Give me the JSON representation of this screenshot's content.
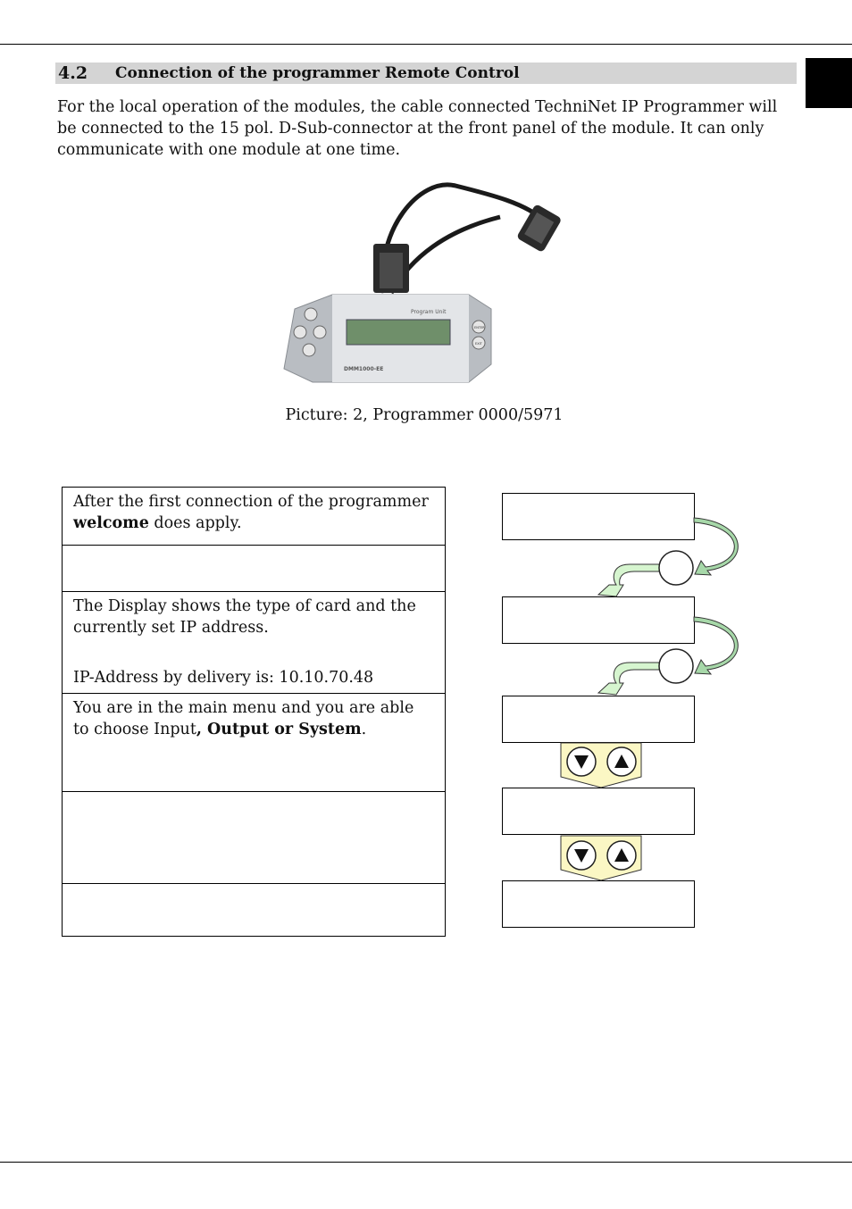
{
  "section": {
    "number": "4.2",
    "title": "Connection of the programmer Remote Control"
  },
  "intro": "For the local operation of the modules, the cable connected TechniNet IP Programmer will be connected to the 15 pol. D-Sub-connector at the front panel of the module. It can only communicate with one module at one time.",
  "figure": {
    "caption": "Picture:  2, Programmer 0000/5971",
    "device": {
      "screen_label": "Program Unit",
      "model_label": "DMM1000-EE",
      "enter_label": "ENTER",
      "exit_label": "EXIT"
    }
  },
  "steps": {
    "row1": {
      "text_before": "After the first connection of the programmer ",
      "bold": "welcome",
      "text_after": " does apply."
    },
    "row2": {
      "text": ""
    },
    "row3": {
      "line1": "The Display shows the type of card and the currently set IP address.",
      "line2": "IP-Address by delivery is: 10.10.70.48"
    },
    "row4": {
      "text_before": "You are in the main menu and you are able to choose Input",
      "bold": ", Output or System",
      "text_after": "."
    },
    "row5": {
      "text": ""
    },
    "row6": {
      "text": ""
    }
  },
  "colors": {
    "section_bar": "#d4d4d4",
    "arrow_green": "#a7d8a9",
    "arrow_light_green": "#d6f5cf",
    "button_panel": "#fbf7c4"
  },
  "icons": [
    "down-arrow-button-icon",
    "up-arrow-button-icon",
    "curved-arrow-icon"
  ]
}
